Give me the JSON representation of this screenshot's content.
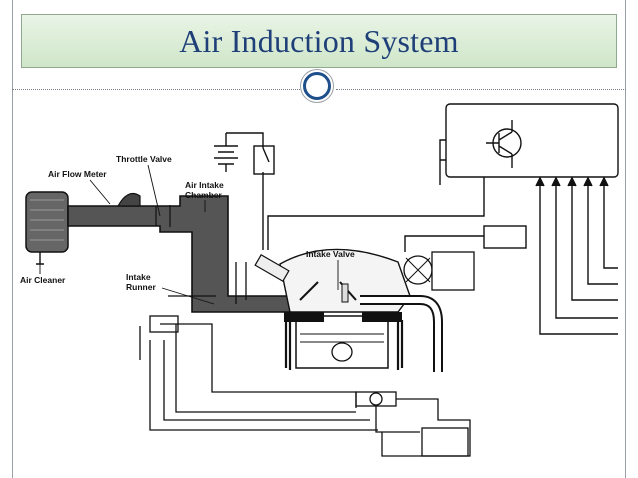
{
  "title": "Air Induction System",
  "labels": {
    "throttle_valve": "Throttle Valve",
    "air_flow_meter": "Air Flow Meter",
    "air_intake_chamber_1": "Air Intake",
    "air_intake_chamber_2": "Chamber",
    "intake_valve": "Intake Valve",
    "intake_runner_1": "Intake",
    "intake_runner_2": "Runner",
    "air_cleaner": "Air Cleaner"
  },
  "colors": {
    "title_text": "#1f3f78",
    "title_bg_top": "#e9f4e6",
    "title_bg_bottom": "#cfe6c9",
    "ring": "#1f4f8a",
    "ink": "#111111",
    "air_path": "#555555"
  }
}
